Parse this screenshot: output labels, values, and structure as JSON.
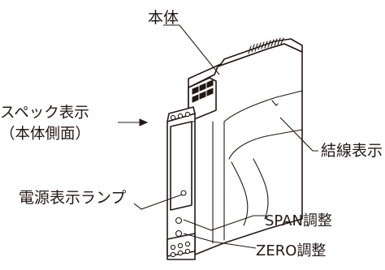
{
  "labels": {
    "body": "本体",
    "spec_line1": "スペック表示",
    "spec_line2": "（本体側面）",
    "wiring": "結線表示",
    "power_lamp": "電源表示ランプ",
    "span": "SPAN調整",
    "zero": "ZERO調整"
  },
  "colors": {
    "line": "#231815",
    "background": "#ffffff"
  }
}
